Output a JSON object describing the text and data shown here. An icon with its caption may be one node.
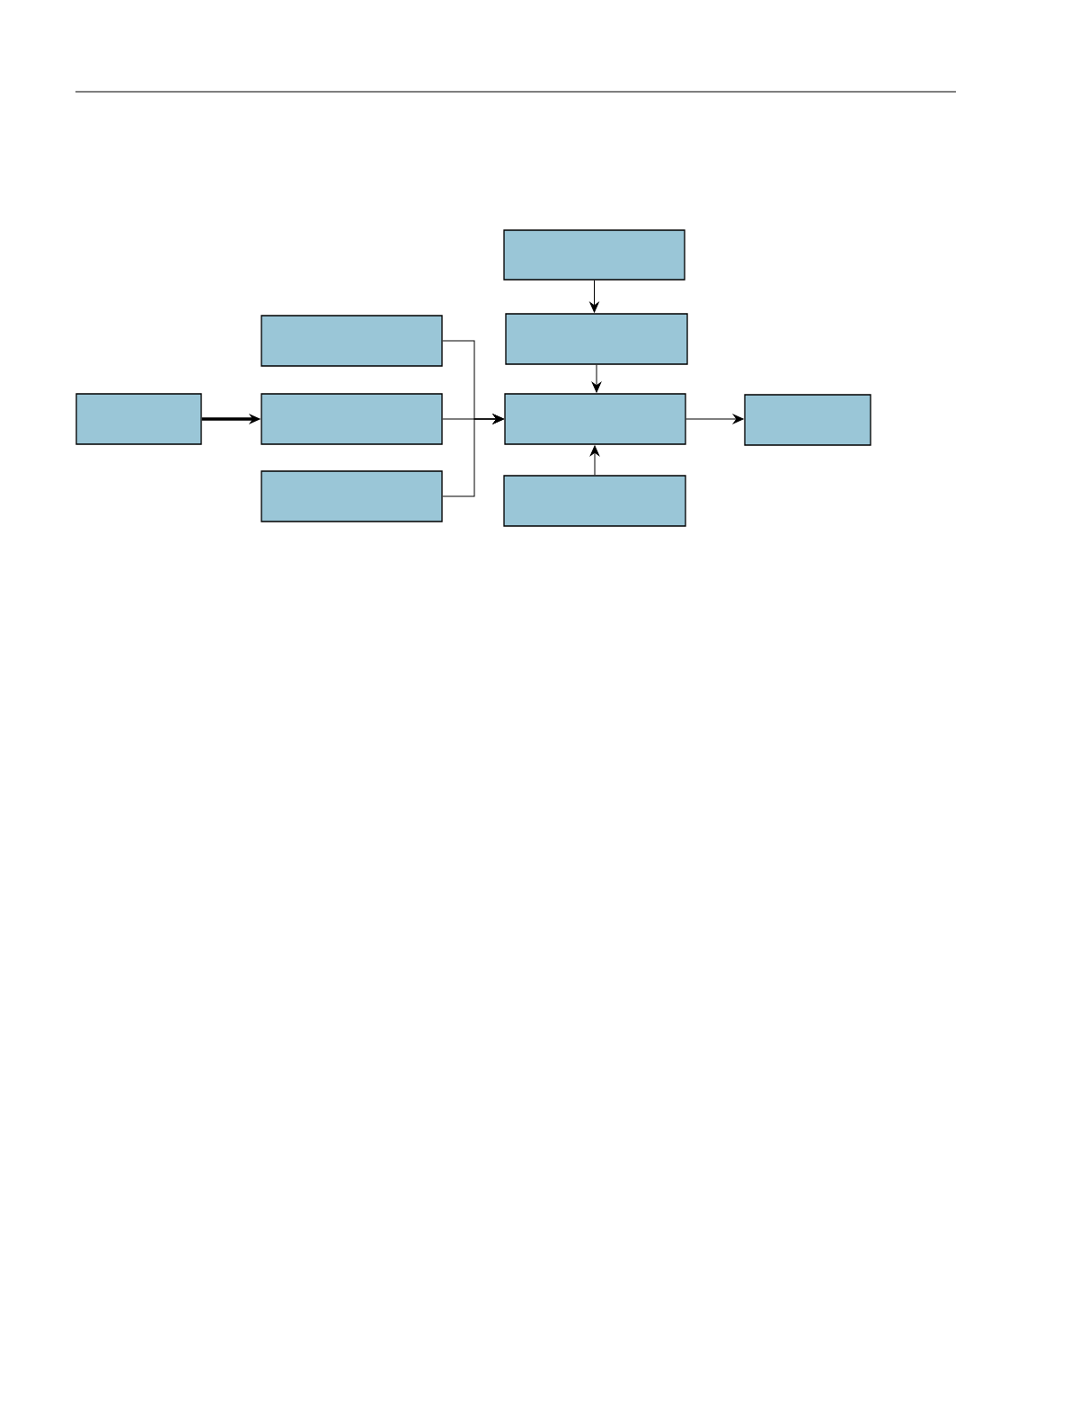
{
  "diagram": {
    "nodes": [
      {
        "text": [],
        "shape": "box"
      },
      {
        "text": [],
        "shape": "box"
      },
      {
        "text": [],
        "shape": "box"
      },
      {
        "text": [],
        "shape": "box"
      },
      {
        "text": [],
        "shape": "box"
      },
      {
        "text": [],
        "shape": "box"
      },
      {
        "text": [],
        "shape": "box"
      },
      {
        "text": [],
        "shape": "box"
      },
      {
        "text": [],
        "shape": "box"
      }
    ],
    "edges": [
      {
        "from": 0,
        "to": 2,
        "arrow": "to"
      },
      {
        "from": 2,
        "to": 5,
        "arrow": "to"
      },
      {
        "from": 3,
        "to": 4,
        "arrow": "to",
        "style": "thick"
      },
      {
        "from": 1,
        "to": 5,
        "arrow": "to"
      },
      {
        "from": 4,
        "to": 5,
        "arrow": "to"
      },
      {
        "from": 7,
        "to": 5,
        "arrow": "to"
      },
      {
        "from": 8,
        "to": 5,
        "arrow": "to"
      },
      {
        "from": 5,
        "to": 6,
        "arrow": "to"
      }
    ]
  }
}
